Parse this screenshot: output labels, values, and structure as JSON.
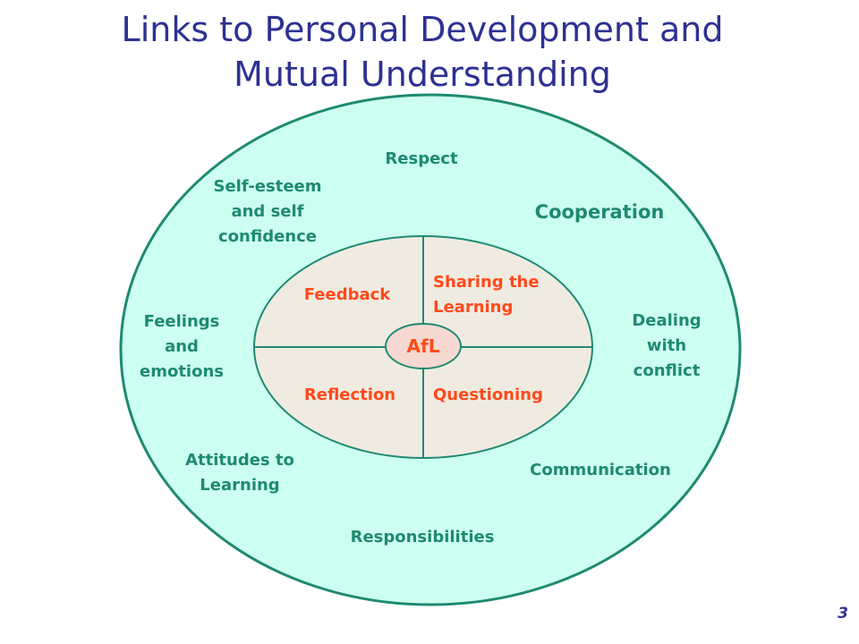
{
  "title": {
    "line1": "Links to Personal Development and",
    "line2": "Mutual Understanding"
  },
  "outer_items": {
    "respect": "Respect",
    "self_esteem": [
      "Self-esteem",
      "and self",
      "confidence"
    ],
    "cooperation": "Cooperation",
    "feelings": [
      "Feelings",
      "and",
      "emotions"
    ],
    "dealing": [
      "Dealing",
      "with",
      "conflict"
    ],
    "attitudes": [
      "Attitudes to",
      "Learning"
    ],
    "communication": "Communication",
    "responsibilities": "Responsibilities"
  },
  "inner_items": {
    "feedback": "Feedback",
    "sharing": [
      "Sharing the",
      "Learning"
    ],
    "reflection": "Reflection",
    "questioning": "Questioning"
  },
  "center": "AfL",
  "page_number": "3",
  "colors": {
    "title": "#2e3192",
    "outer_text": "#1f8a70",
    "inner_text": "#ff4a1a",
    "outer_fill": "#ccfff0",
    "outer_stroke": "#1f8a70",
    "inner_fill": "#f0ebe1",
    "center_fill": "#f5d9d0"
  }
}
